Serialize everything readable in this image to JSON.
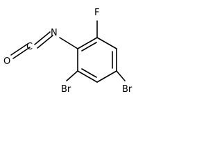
{
  "molecule": {
    "atoms": {
      "fluorine": "F",
      "nitrogen": "N",
      "carbon": "C",
      "oxygen": "O",
      "bromine_left": "Br",
      "bromine_right": "Br"
    }
  }
}
